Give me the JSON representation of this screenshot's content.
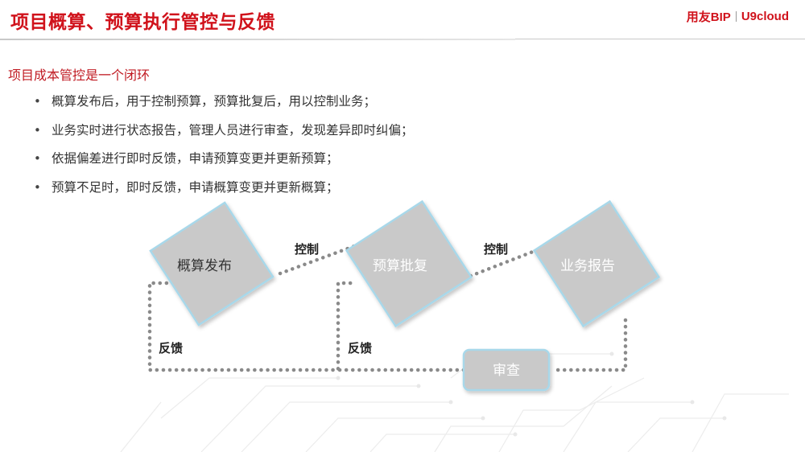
{
  "header": {
    "title": "项目概算、预算执行管控与反馈",
    "logo_left": "用友BIP",
    "logo_right": "U9cloud"
  },
  "section": {
    "subtitle": "项目成本管控是一个闭环",
    "bullets": [
      "概算发布后，用于控制预算，预算批复后，用以控制业务；",
      "业务实时进行状态报告，管理人员进行审查，发现差异即时纠偏；",
      "依据偏差进行即时反馈，申请预算变更并更新预算；",
      "预算不足时，即时反馈，申请概算变更并更新概算；"
    ]
  },
  "diagram": {
    "nodes": {
      "estimate": "概算发布",
      "budget": "预算批复",
      "report": "业务报告",
      "review": "审查"
    },
    "edges": {
      "control_1": "控制",
      "control_2": "控制",
      "feedback_1": "反馈",
      "feedback_2": "反馈"
    }
  },
  "colors": {
    "brand_red": "#d0121b",
    "node_fill": "#c9c9c9",
    "node_border": "#a8d8ea",
    "dots": "#8a8a8a"
  }
}
